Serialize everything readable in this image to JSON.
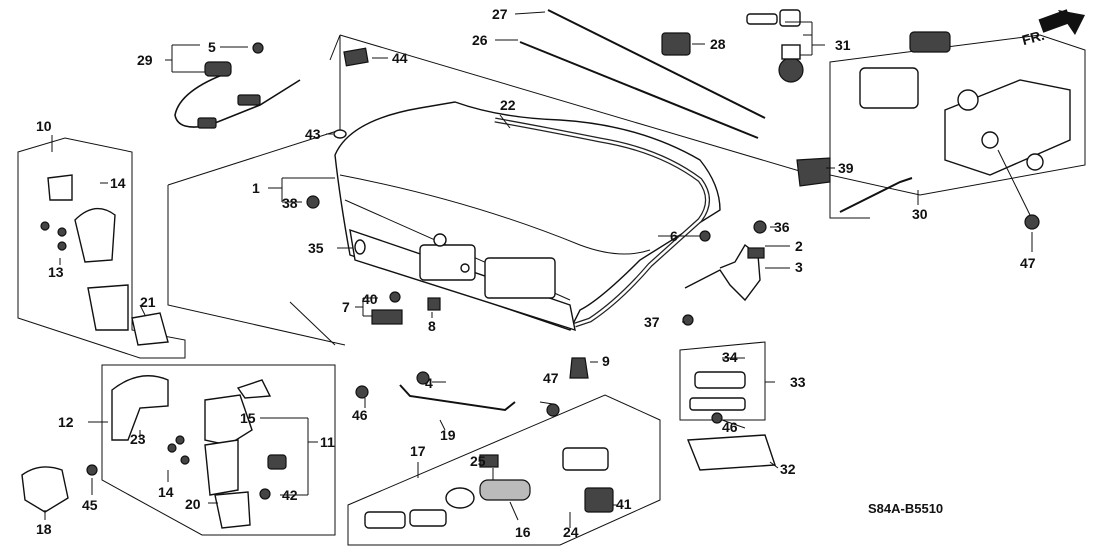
{
  "diagram_code": "S84A-B5510",
  "direction_label": "FR.",
  "callouts": [
    "1",
    "2",
    "3",
    "5",
    "6",
    "7",
    "8",
    "9",
    "10",
    "11",
    "12",
    "13",
    "14",
    "15",
    "16",
    "17",
    "18",
    "19",
    "20",
    "21",
    "22",
    "23",
    "24",
    "25",
    "26",
    "27",
    "28",
    "29",
    "30",
    "31",
    "32",
    "33",
    "34",
    "35",
    "36",
    "37",
    "38",
    "39",
    "40",
    "41",
    "42",
    "43",
    "44",
    "45",
    "46",
    "47"
  ]
}
